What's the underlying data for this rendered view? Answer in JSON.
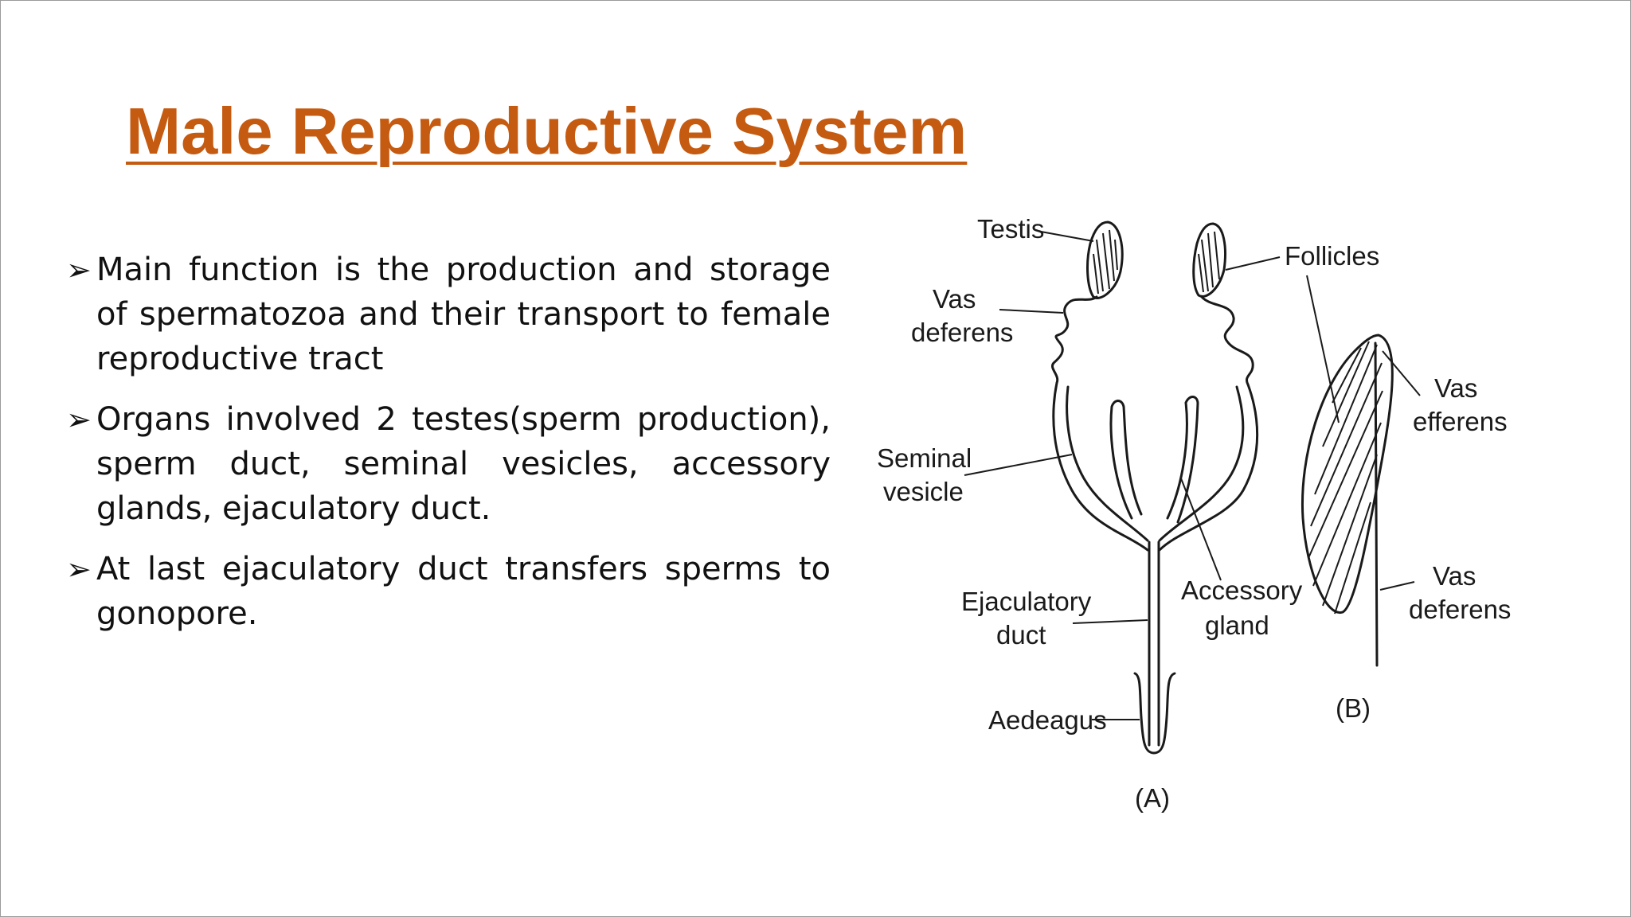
{
  "slide": {
    "title": "Male Reproductive System",
    "bullet_marker": "➢",
    "bullets": [
      "Main function is the production and storage of spermatozoa and their transport to female reproductive tract",
      "Organs involved 2 testes(sperm production), sperm duct, seminal vesicles, accessory glands, ejaculatory duct.",
      "At last ejaculatory duct transfers sperms to gonopore."
    ]
  },
  "diagram": {
    "labels": {
      "testis": "Testis",
      "vas_deferens_a_1": "Vas",
      "vas_deferens_a_2": "deferens",
      "seminal_vesicle_1": "Seminal",
      "seminal_vesicle_2": "vesicle",
      "ejaculatory_duct_1": "Ejaculatory",
      "ejaculatory_duct_2": "duct",
      "aedeagus": "Aedeagus",
      "accessory_gland_1": "Accessory",
      "accessory_gland_2": "gland",
      "follicles": "Follicles",
      "vas_efferens_1": "Vas",
      "vas_efferens_2": "efferens",
      "vas_deferens_b_1": "Vas",
      "vas_deferens_b_2": "deferens",
      "panel_a": "(A)",
      "panel_b": "(B)"
    }
  }
}
